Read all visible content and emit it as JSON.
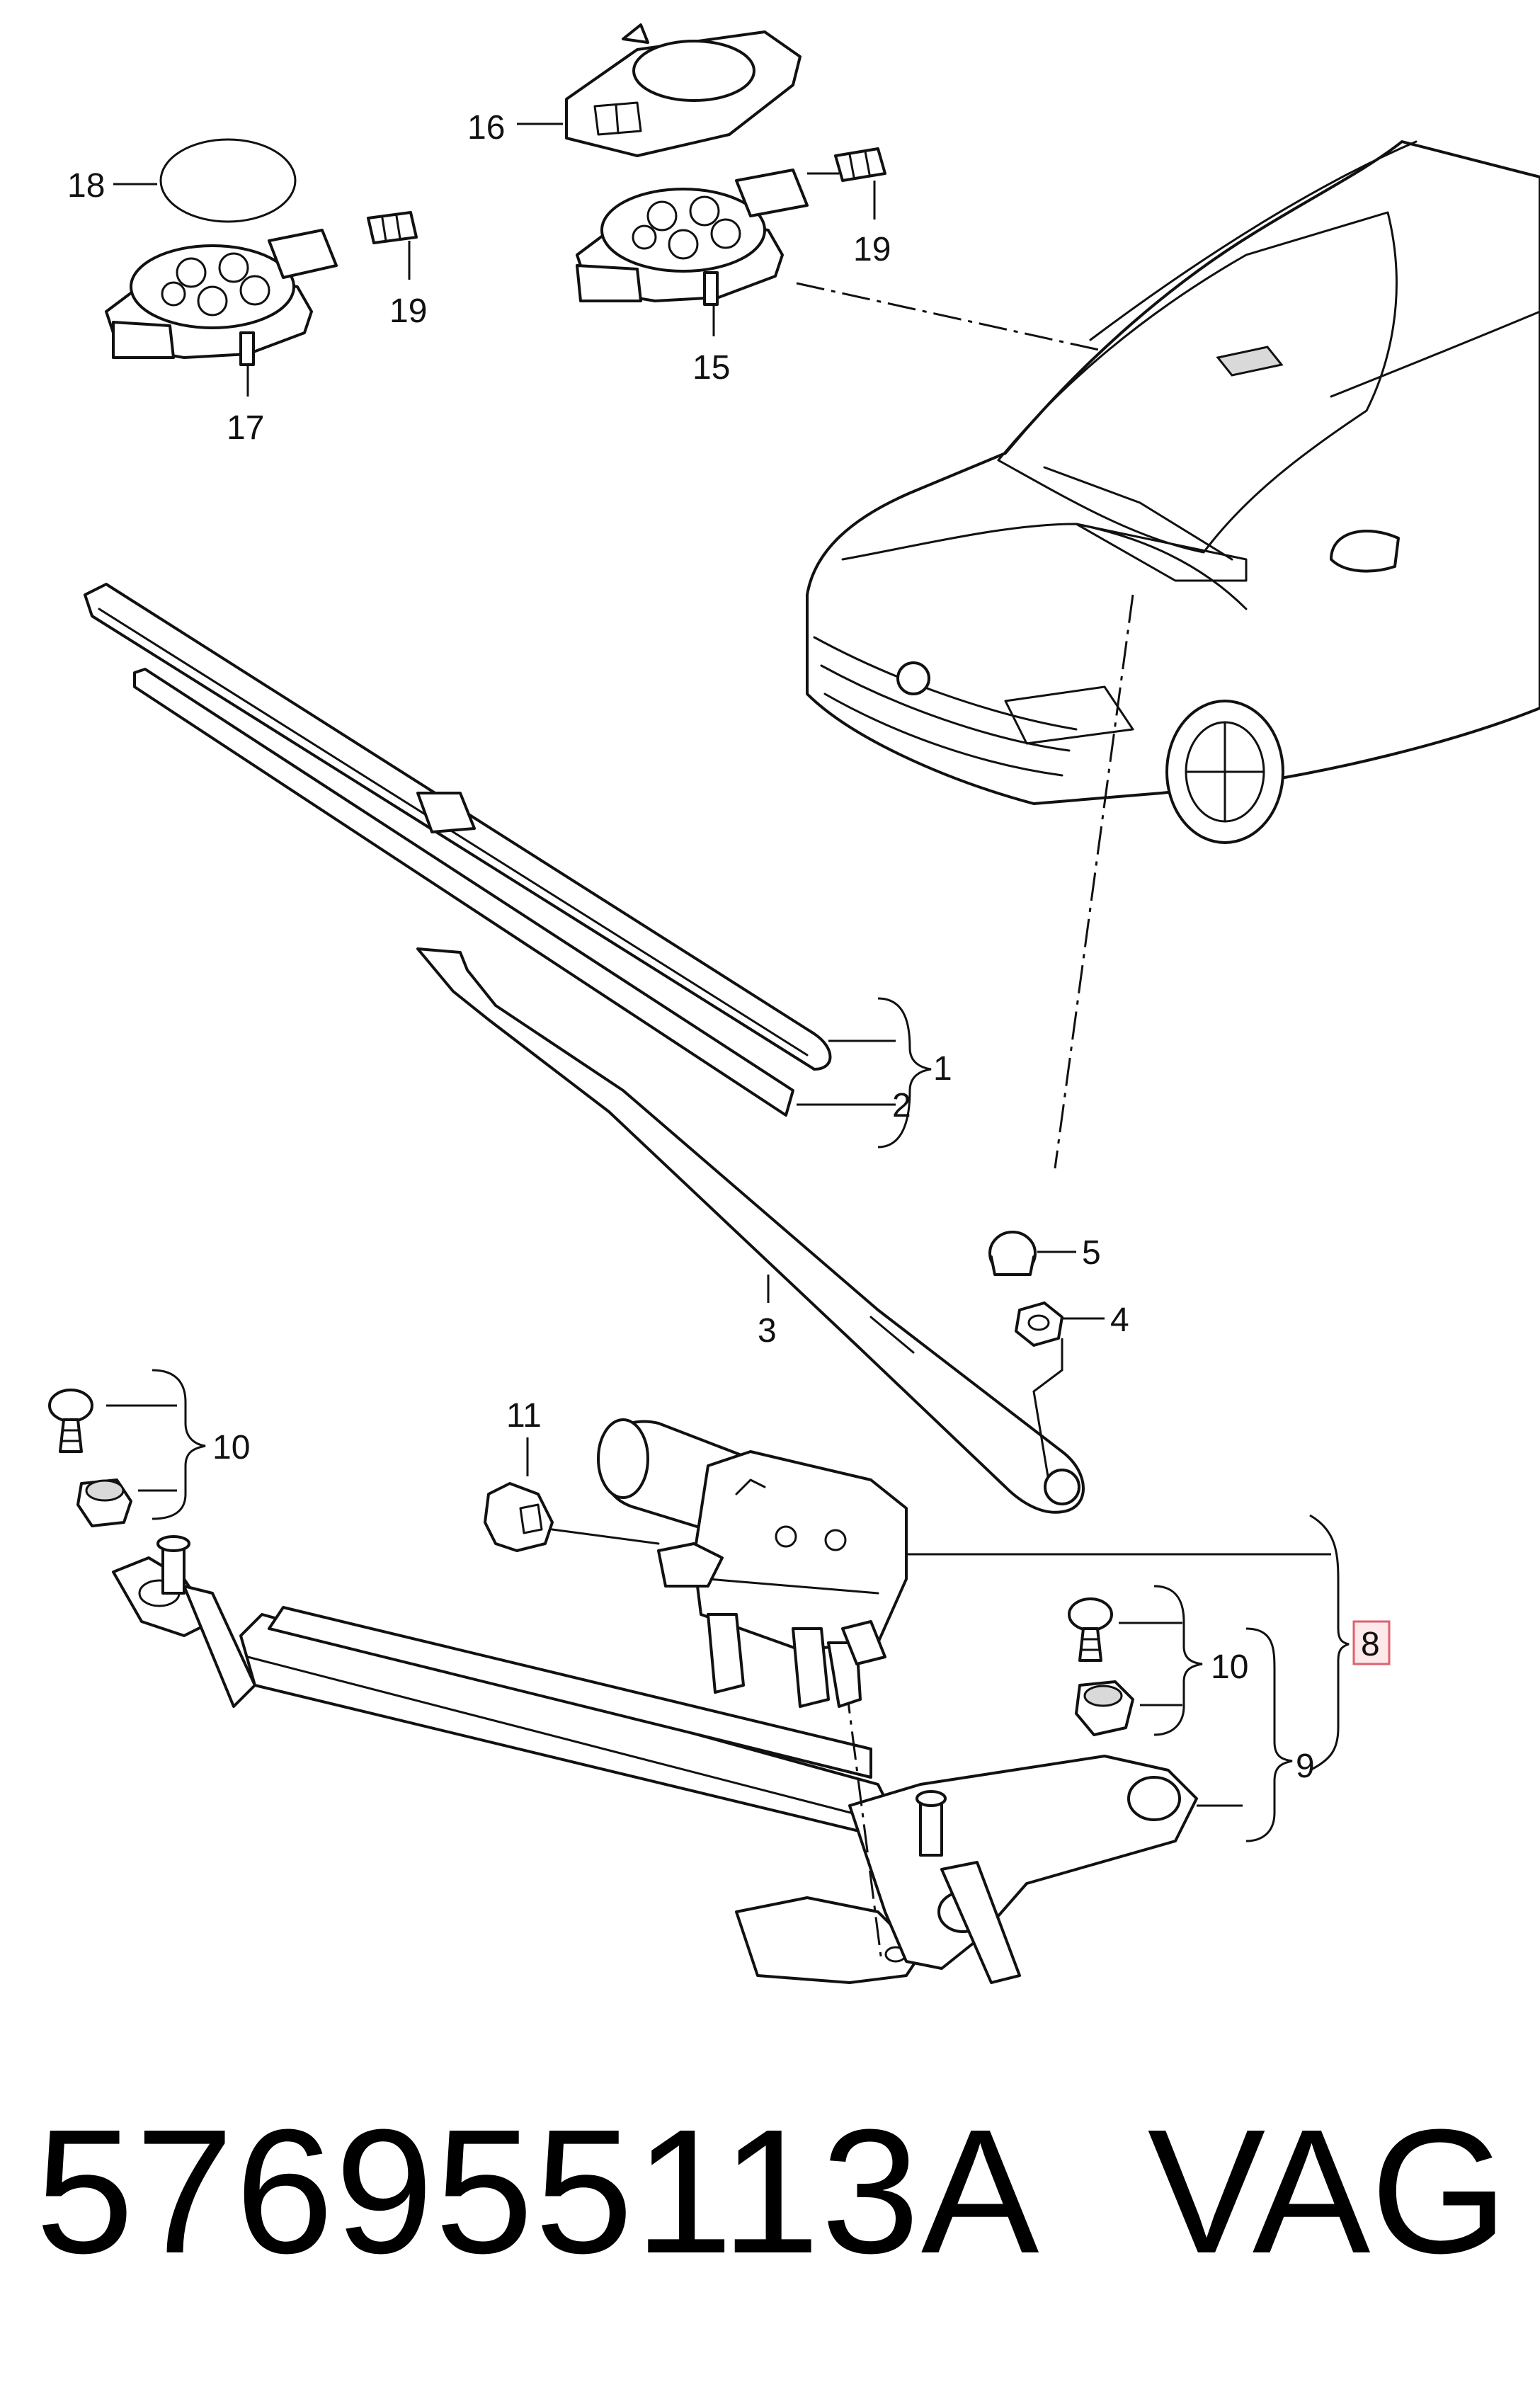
{
  "callouts": {
    "c1": "1",
    "c2": "2",
    "c3": "3",
    "c4": "4",
    "c5": "5",
    "c8": "8",
    "c9": "9",
    "c10a": "10",
    "c10b": "10",
    "c11": "11",
    "c15": "15",
    "c16": "16",
    "c17": "17",
    "c18": "18",
    "c19a": "19",
    "c19b": "19"
  },
  "highlighted_callout": "8",
  "highlight_color": "#e06070",
  "footer": {
    "part_number": "576955113A",
    "brand": "VAG"
  }
}
